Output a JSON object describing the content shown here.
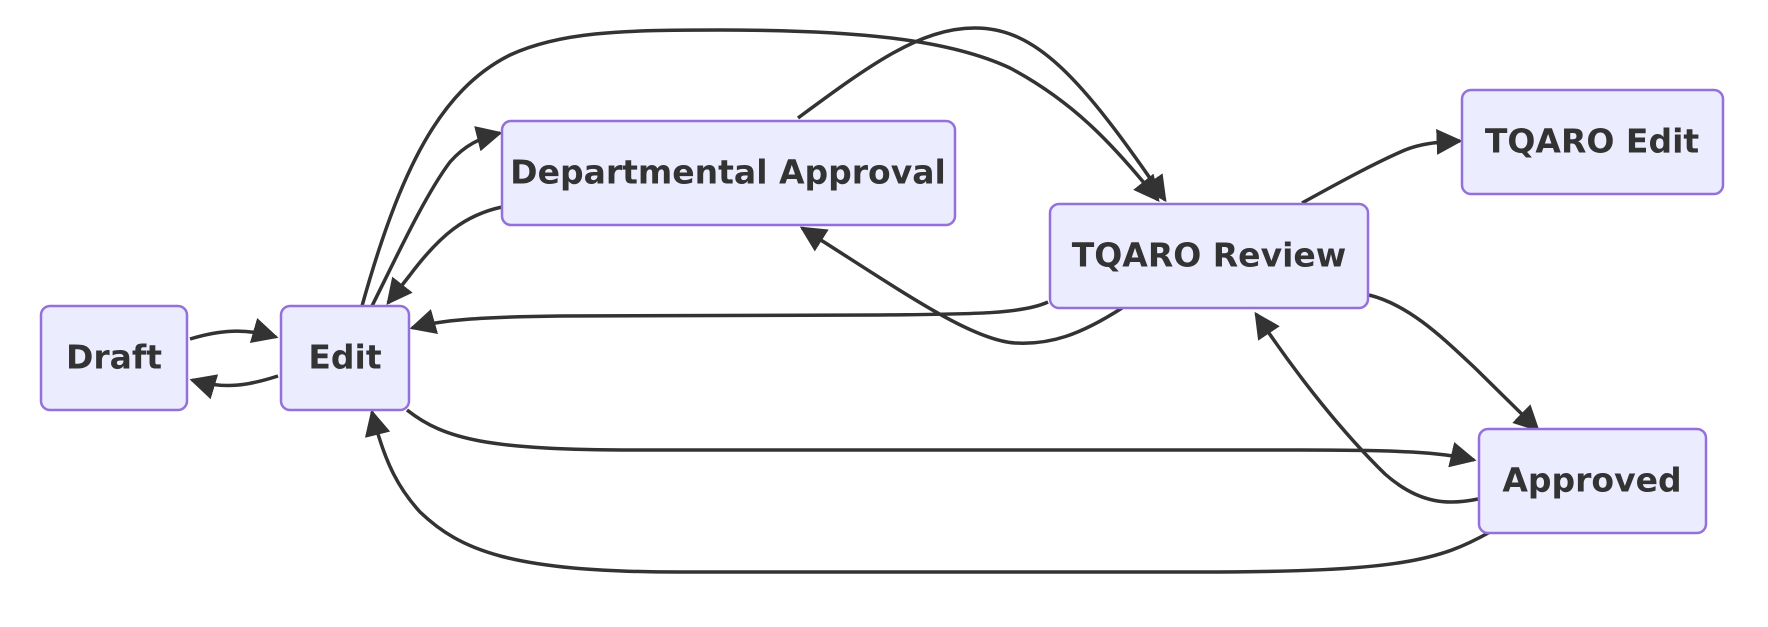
{
  "diagram": {
    "nodes": {
      "draft": "Draft",
      "edit": "Edit",
      "departmental_approval": "Departmental Approval",
      "tqaro_review": "TQARO Review",
      "tqaro_edit": "TQARO Edit",
      "approved": "Approved"
    },
    "colors": {
      "node_fill": "#ECECFF",
      "node_stroke": "#9370DB",
      "edge": "#333333",
      "text": "#333333"
    }
  }
}
